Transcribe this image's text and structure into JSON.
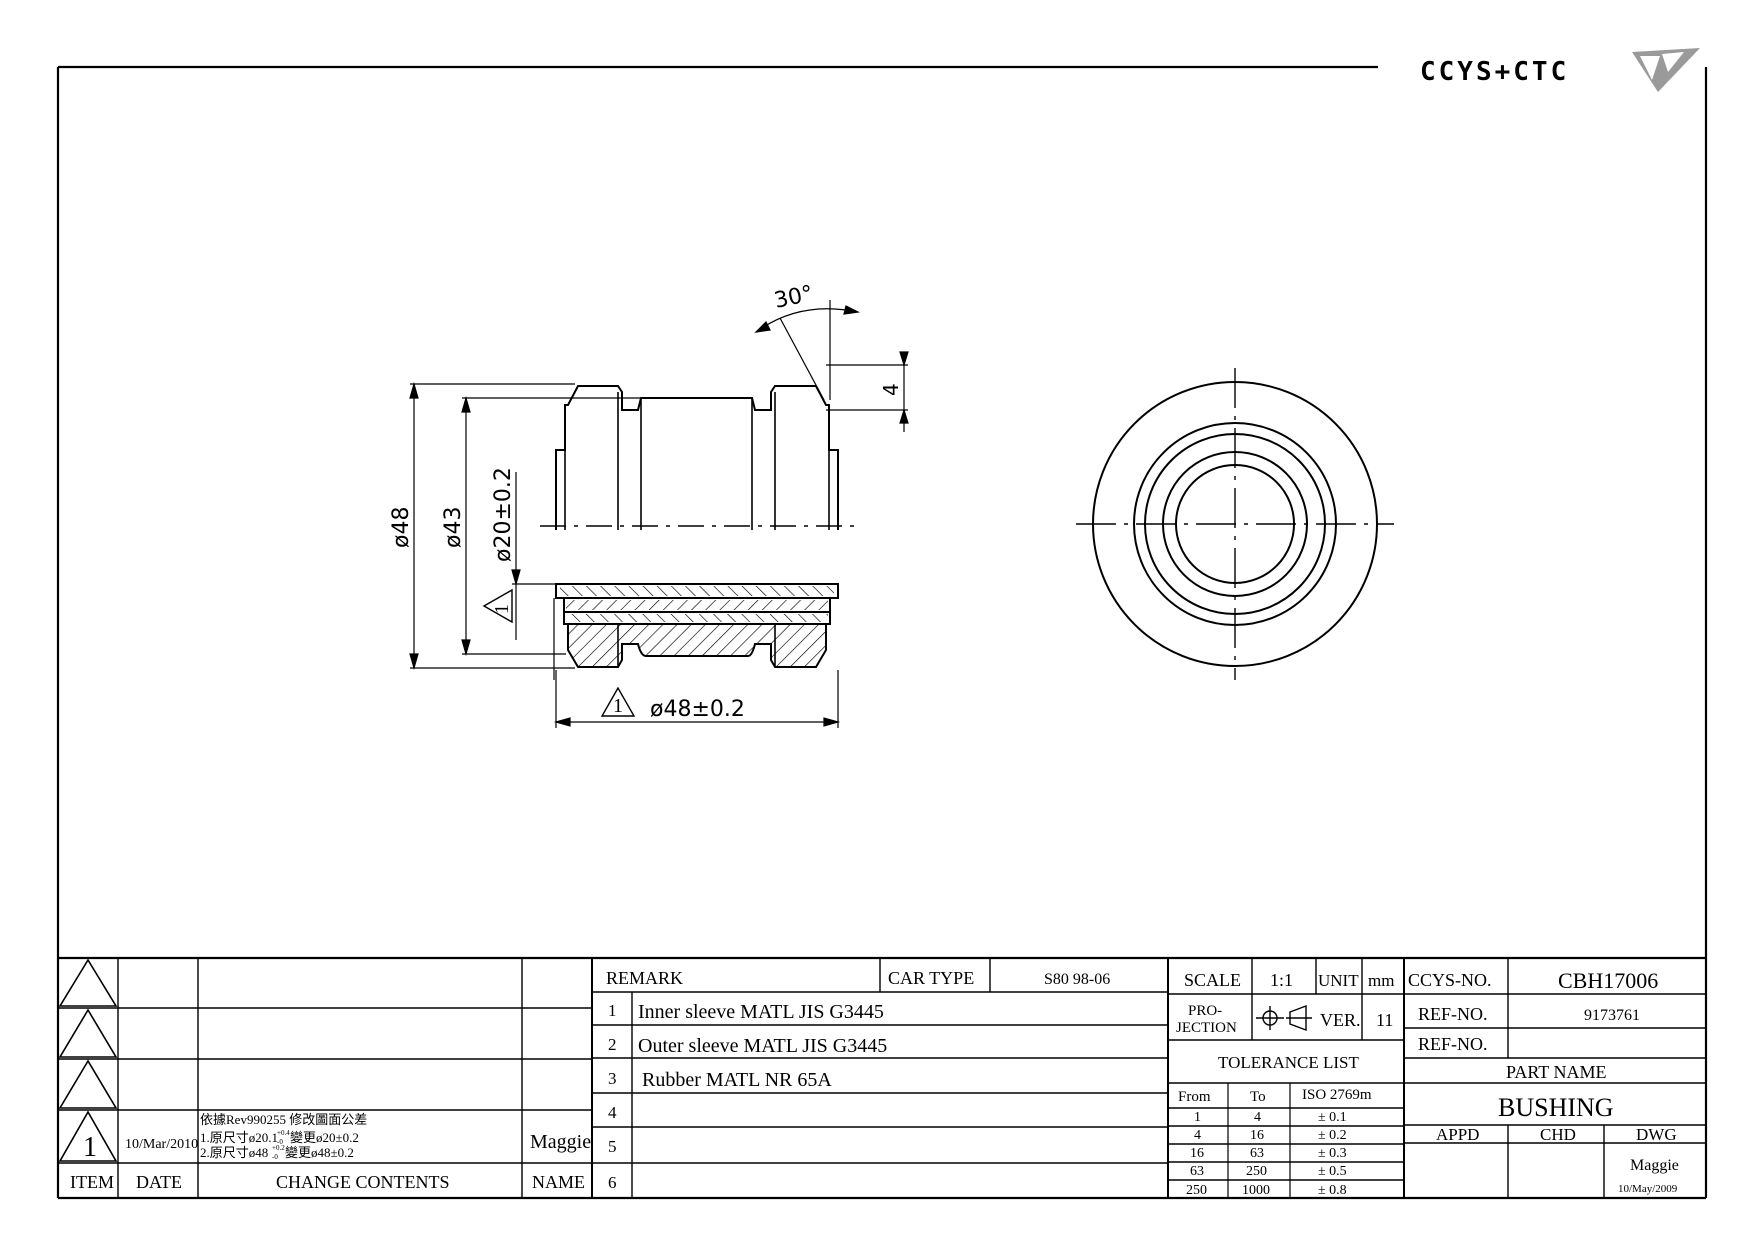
{
  "logo": {
    "text": "CCYS+CTC"
  },
  "drawing": {
    "dimensions": {
      "angle": "30°",
      "groove_depth": "4",
      "outer_diameter": "ø48",
      "mid_diameter": "ø43",
      "inner_diameter": "ø20±0.2",
      "overall_width": "ø48±0.2",
      "rev_marker": "1"
    }
  },
  "revision_table": {
    "headers": {
      "item": "ITEM",
      "date": "DATE",
      "contents": "CHANGE CONTENTS",
      "name": "NAME"
    },
    "entry": {
      "item": "1",
      "date": "10/Mar/2010",
      "line1": "依據Rev990255 修改圖面公差",
      "line2": "1.原尺寸ø20.1",
      "line2_sup": "+0.4",
      "line2_sub": "-0",
      "line2_tail": "變更ø20±0.2",
      "line3": "2.原尺寸ø48",
      "line3_sup": "+0.2",
      "line3_sub": "-0",
      "line3_tail": "變更ø48±0.2",
      "name": "Maggie"
    }
  },
  "remark_table": {
    "remark_label": "REMARK",
    "car_type_label": "CAR TYPE",
    "car_type_value": "S80 98-06",
    "rows": [
      {
        "no": "1",
        "text": "Inner sleeve MATL JIS G3445"
      },
      {
        "no": "2",
        "text": "Outer sleeve MATL JIS G3445"
      },
      {
        "no": "3",
        "text": "Rubber MATL NR 65A"
      },
      {
        "no": "4",
        "text": ""
      },
      {
        "no": "5",
        "text": ""
      },
      {
        "no": "6",
        "text": ""
      }
    ]
  },
  "scale_block": {
    "scale_label": "SCALE",
    "scale_value": "1:1",
    "unit_label": "UNIT",
    "unit_value": "mm",
    "projection_label_1": "PRO-",
    "projection_label_2": "JECTION",
    "ver_label": "VER.",
    "ver_value": "11"
  },
  "tolerance_list": {
    "title": "TOLERANCE LIST",
    "headers": {
      "from": "From",
      "to": "To",
      "iso": "ISO 2769m"
    },
    "rows": [
      {
        "from": "1",
        "to": "4",
        "tol": "± 0.1"
      },
      {
        "from": "4",
        "to": "16",
        "tol": "± 0.2"
      },
      {
        "from": "16",
        "to": "63",
        "tol": "± 0.3"
      },
      {
        "from": "63",
        "to": "250",
        "tol": "± 0.5"
      },
      {
        "from": "250",
        "to": "1000",
        "tol": "± 0.8"
      }
    ]
  },
  "title_block": {
    "ccys_no_label": "CCYS-NO.",
    "ccys_no_value": "CBH17006",
    "ref_no_label": "REF-NO.",
    "ref_no_value": "9173761",
    "ref_no2_label": "REF-NO.",
    "ref_no2_value": "",
    "part_name_label": "PART NAME",
    "part_name_value": "BUSHING",
    "appd_label": "APPD",
    "chd_label": "CHD",
    "dwg_label": "DWG",
    "dwg_name": "Maggie",
    "dwg_date": "10/May/2009"
  }
}
